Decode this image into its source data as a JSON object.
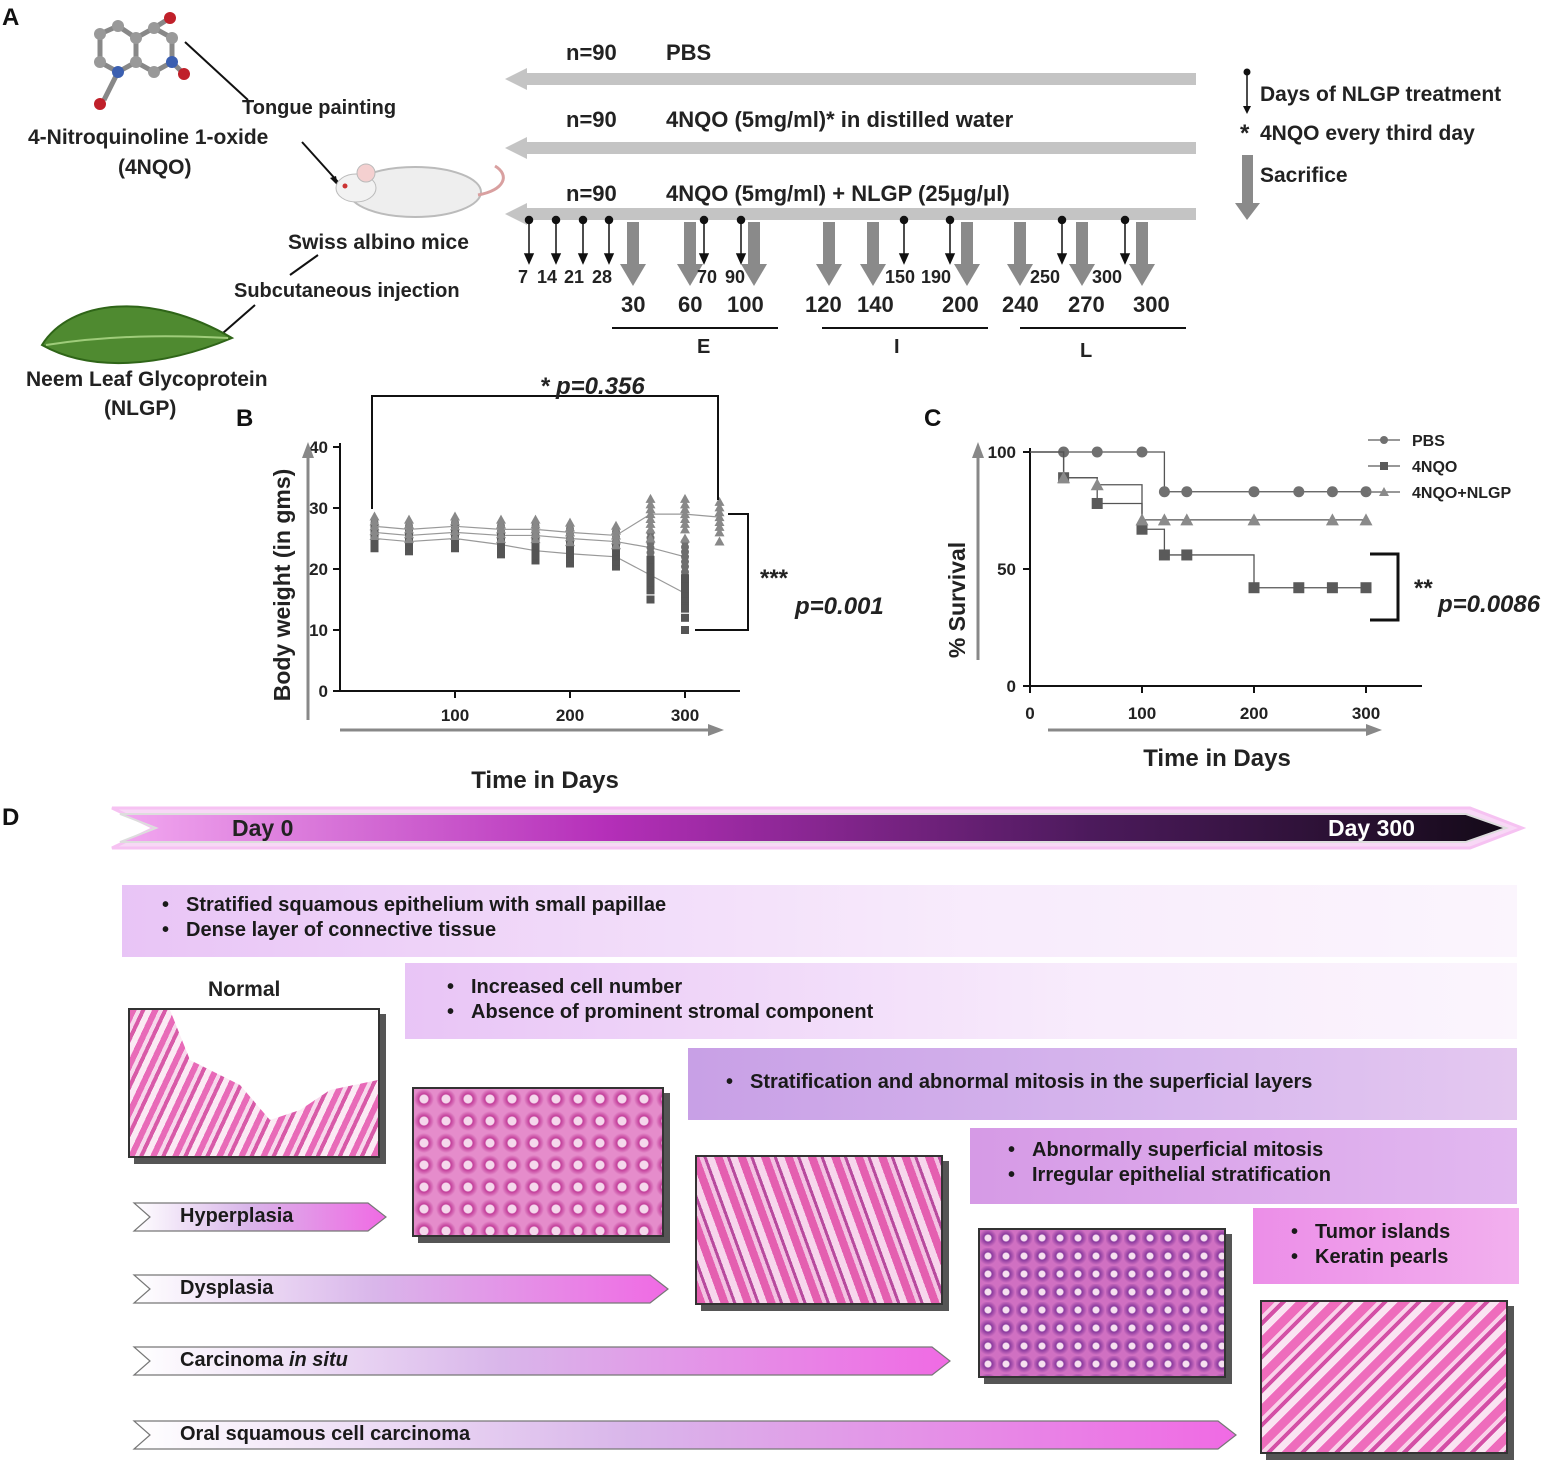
{
  "panel_labels": {
    "a": "A",
    "b": "B",
    "c": "C",
    "d": "D"
  },
  "panel_a": {
    "chemical_name": "4-Nitroquinoline 1-oxide",
    "chemical_abbr": "(4NQO)",
    "tongue_painting": "Tongue painting",
    "mice": "Swiss albino mice",
    "injection": "Subcutaneous injection",
    "glycoprotein_name": "Neem Leaf Glycoprotein",
    "glycoprotein_abbr": "(NLGP)",
    "groups": [
      {
        "n": "n=90",
        "label": "PBS"
      },
      {
        "n": "n=90",
        "label": "4NQO (5mg/ml)* in distilled water"
      },
      {
        "n": "n=90",
        "label": "4NQO (5mg/ml) + NLGP (25μg/μl)"
      }
    ],
    "treatment_days": [
      "7",
      "14",
      "21",
      "28",
      "70",
      "90",
      "150",
      "190",
      "250",
      "300"
    ],
    "sacrifice_days": [
      "30",
      "60",
      "100",
      "120",
      "140",
      "200",
      "240",
      "270",
      "300"
    ],
    "phases": [
      "E",
      "I",
      "L"
    ],
    "legend": {
      "treatment": "Days of NLGP treatment",
      "asterisk": "*",
      "every_third_day": "4NQO every third day",
      "sacrifice": "Sacrifice"
    }
  },
  "chart_data": [
    {
      "type": "scatter",
      "panel": "B",
      "ylabel": "Body weight (in gms)",
      "xlabel": "Time in Days",
      "ylim": [
        0,
        40
      ],
      "yticks": [
        "0",
        "10",
        "20",
        "30",
        "40"
      ],
      "xticks": [
        "100",
        "200",
        "300"
      ],
      "x": [
        30,
        60,
        100,
        140,
        170,
        200,
        240,
        270,
        300,
        330
      ],
      "series": [
        {
          "marker": "circle",
          "values": [
            26,
            25.5,
            26,
            25.5,
            25.5,
            25,
            24.5,
            23.5,
            22,
            null
          ]
        },
        {
          "marker": "square",
          "values": [
            25,
            24.5,
            25,
            24,
            23,
            22.5,
            22,
            19,
            16,
            null
          ]
        },
        {
          "marker": "triangle",
          "values": [
            27,
            26.5,
            27,
            26.5,
            26.5,
            26,
            25.5,
            29,
            29,
            28.5
          ]
        }
      ],
      "annotations": [
        {
          "text": "* p=0.356"
        },
        {
          "stars": "***",
          "text": "p=0.001"
        }
      ]
    },
    {
      "type": "line",
      "panel": "C",
      "ylabel": "% Survival",
      "xlabel": "Time in Days",
      "xlim": [
        0,
        350
      ],
      "ylim": [
        0,
        100
      ],
      "yticks": [
        "0",
        "50",
        "100"
      ],
      "xticks": [
        "0",
        "100",
        "200",
        "300"
      ],
      "series": [
        {
          "name": "PBS",
          "marker": "circle",
          "x": [
            30,
            60,
            100,
            120,
            140,
            200,
            240,
            270,
            300
          ],
          "values": [
            100,
            100,
            100,
            83,
            83,
            83,
            83,
            83,
            83
          ]
        },
        {
          "name": "4NQO",
          "marker": "square",
          "x": [
            30,
            60,
            100,
            120,
            140,
            200,
            240,
            270,
            300
          ],
          "values": [
            89,
            78,
            67,
            56,
            56,
            42,
            42,
            42,
            42
          ]
        },
        {
          "name": "4NQO+NLGP",
          "marker": "triangle",
          "x": [
            30,
            60,
            100,
            120,
            140,
            200,
            270,
            300
          ],
          "values": [
            89,
            86,
            71,
            71,
            71,
            71,
            71,
            71
          ]
        }
      ],
      "annotations": [
        {
          "stars": "**",
          "text": "p=0.0086"
        }
      ]
    }
  ],
  "panel_d": {
    "day_start": "Day 0",
    "day_end": "Day 300",
    "normal_label": "Normal",
    "bands": [
      [
        "Stratified squamous epithelium with small papillae",
        "Dense layer  of connective tissue"
      ],
      [
        "Increased cell number",
        "Absence of  prominent stromal component"
      ],
      [
        "Stratification and abnormal mitosis in the superficial layers"
      ],
      [
        "Abnormally superficial mitosis",
        "Irregular epithelial stratification"
      ],
      [
        "Tumor islands",
        "Keratin pearls"
      ]
    ],
    "stages": [
      "Hyperplasia",
      "Dysplasia",
      "Carcinoma ",
      "Oral squamous cell carcinoma"
    ],
    "stage_italic": "in situ"
  }
}
